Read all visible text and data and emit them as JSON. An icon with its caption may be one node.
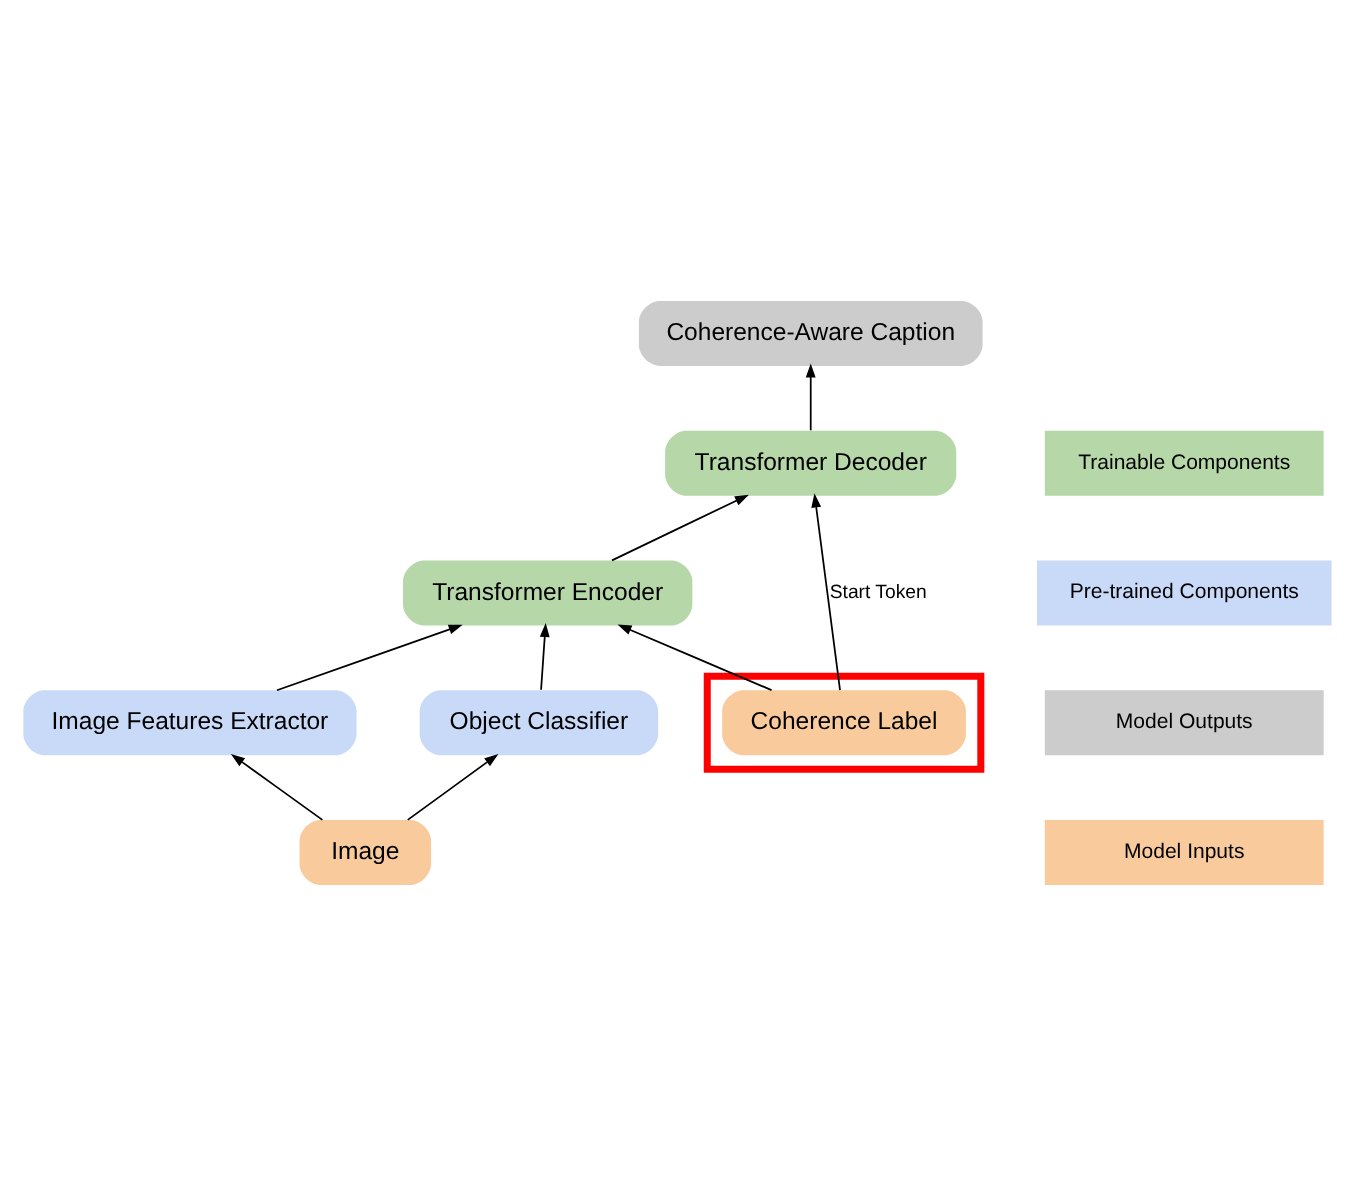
{
  "diagram": {
    "nodes": [
      {
        "text": [
          "Coherence-Aware Caption"
        ]
      },
      {
        "text": [
          "Transformer Encoder"
        ]
      },
      {
        "text": [
          "Transformer Decoder"
        ]
      },
      {
        "text": [
          "Image Features Extractor"
        ]
      },
      {
        "text": [
          "Object Classifier"
        ]
      },
      {
        "text": [
          "Image"
        ]
      },
      {
        "text": [],
        "shape": "box"
      },
      {
        "text": [
          "Coherence Label"
        ],
        "in": 6
      }
    ],
    "edges": [
      {
        "from": 1,
        "to": 2,
        "arrow": "to"
      },
      {
        "from": 2,
        "to": 0,
        "arrow": "to"
      },
      {
        "from": 3,
        "to": 1,
        "arrow": "to"
      },
      {
        "from": 4,
        "to": 1,
        "arrow": "to"
      },
      {
        "from": 5,
        "to": 3,
        "arrow": "to"
      },
      {
        "from": 5,
        "to": 4,
        "arrow": "to"
      },
      {
        "from": 7,
        "to": 2,
        "arrow": "to",
        "label": "Start Token"
      },
      {
        "from": 7,
        "to": 1,
        "arrow": "to"
      }
    ],
    "legend": [
      {
        "text": "Trainable Components",
        "color": "#b6d7a8"
      },
      {
        "text": "Pre-trained Components",
        "color": "#c9daf8"
      },
      {
        "text": "Model Outputs",
        "color": "#cccccc"
      },
      {
        "text": "Model Inputs",
        "color": "#f9cb9c"
      }
    ]
  }
}
